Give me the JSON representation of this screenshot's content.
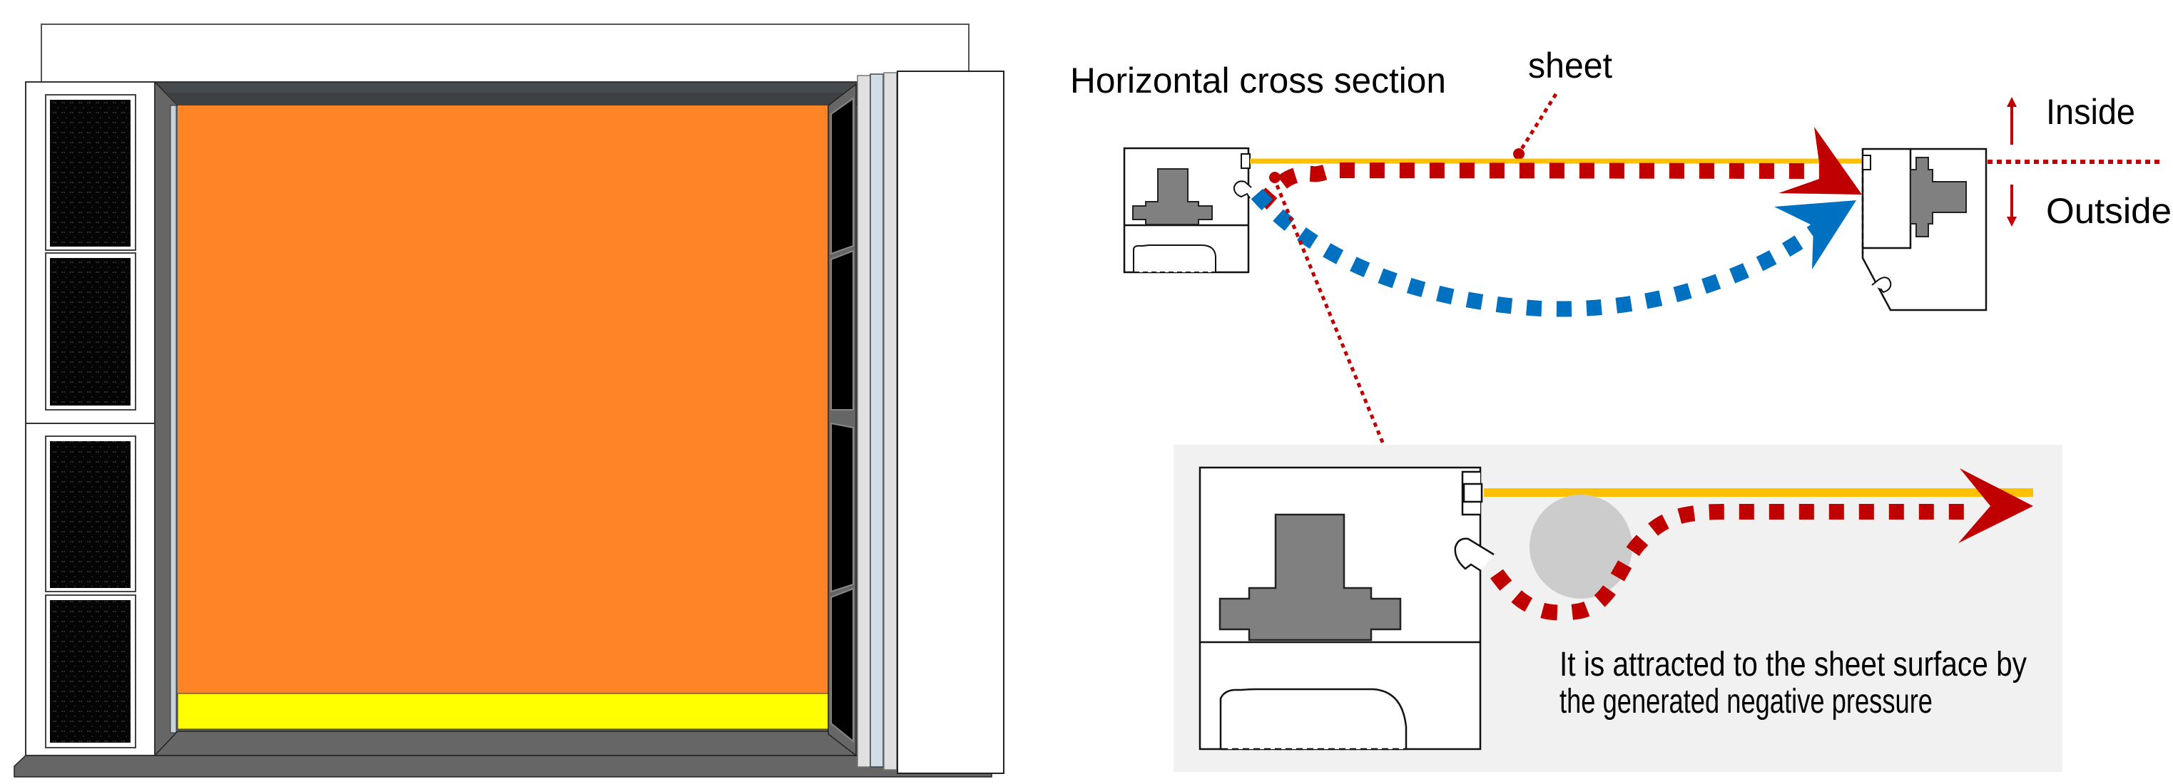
{
  "figure": {
    "left_view": {
      "name": "door-front-view",
      "sheet_color": "#FF8426",
      "bottom_bar_color": "#FFFF00",
      "frame_color": "#666666",
      "frame_dark_color": "#474A4D",
      "panel_color": "#050505",
      "glass_color": "#CEDDE8"
    },
    "right_view": {
      "title": "Horizontal cross section",
      "sheet_label": "sheet",
      "inside_label": "Inside",
      "outside_label": "Outside",
      "caption_line1": "It is attracted to the sheet surface by",
      "caption_line2": "the generated negative pressure",
      "colors": {
        "sheet": "#FFC000",
        "airflow_red": "#C00000",
        "airflow_blue": "#0070C0",
        "profile_gray": "#808080",
        "inset_bg": "#F1F1F1",
        "bubble_gray": "#CCCCCC"
      }
    }
  }
}
